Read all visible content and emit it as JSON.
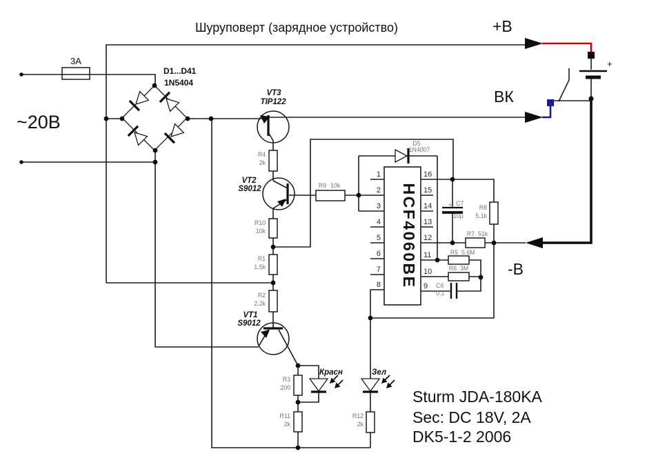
{
  "title": "Шуруповерт (зарядное устройство)",
  "labels": {
    "ac_input": "~20В",
    "plus_out": "+В",
    "switch_out": "ВК",
    "minus_out": "-В",
    "battery_plus": "+"
  },
  "fuse": {
    "value": "3А"
  },
  "bridge": {
    "name": "D1...D41",
    "part": "1N5404"
  },
  "diode_d5": {
    "name": "D5",
    "part": "1N4007"
  },
  "ic": {
    "part": "HCF4060BE",
    "left_pins": [
      "1",
      "2",
      "3",
      "4",
      "5",
      "6",
      "7",
      "8"
    ],
    "right_pins": [
      "16",
      "15",
      "14",
      "13",
      "12",
      "11",
      "10",
      "9"
    ]
  },
  "transistors": {
    "vt3": {
      "name": "VT3",
      "part": "TIP122"
    },
    "vt2": {
      "name": "VT2",
      "part": "S9012"
    },
    "vt1": {
      "name": "VT1",
      "part": "S9012"
    }
  },
  "resistors": {
    "r1": {
      "name": "R1",
      "value": "1.5k"
    },
    "r2": {
      "name": "R2",
      "value": "2.2k"
    },
    "r3": {
      "name": "R3",
      "value": "200"
    },
    "r4": {
      "name": "R4",
      "value": "2k"
    },
    "r5": {
      "name": "R5",
      "value": "5.6M"
    },
    "r6": {
      "name": "R6",
      "value": "3M"
    },
    "r7": {
      "name": "R7",
      "value": "51k"
    },
    "r8": {
      "name": "R8",
      "value": "5.1k"
    },
    "r9": {
      "name": "R9",
      "value": "10k"
    },
    "r10": {
      "name": "R10",
      "value": "10k"
    },
    "r11": {
      "name": "R11",
      "value": "2k"
    },
    "r12": {
      "name": "R12",
      "value": "2k"
    }
  },
  "capacitors": {
    "c6": {
      "name": "С6",
      "value": "0.1"
    },
    "c7": {
      "name": "С7",
      "value": "10µ",
      "polarity": "+"
    }
  },
  "leds": {
    "red": {
      "label": "Красн"
    },
    "green": {
      "label": "Зел"
    }
  },
  "footer": {
    "line1": "Sturm JDA-180KA",
    "line2": "Sec: DC 18V, 2A",
    "line3": "DK5-1-2  2006"
  },
  "colors": {
    "wire": "#1a1a1a",
    "positive_wire": "#cc0000",
    "switch_wire": "#1c1c8f",
    "component_label": "#757575",
    "background": "#ffffff"
  }
}
